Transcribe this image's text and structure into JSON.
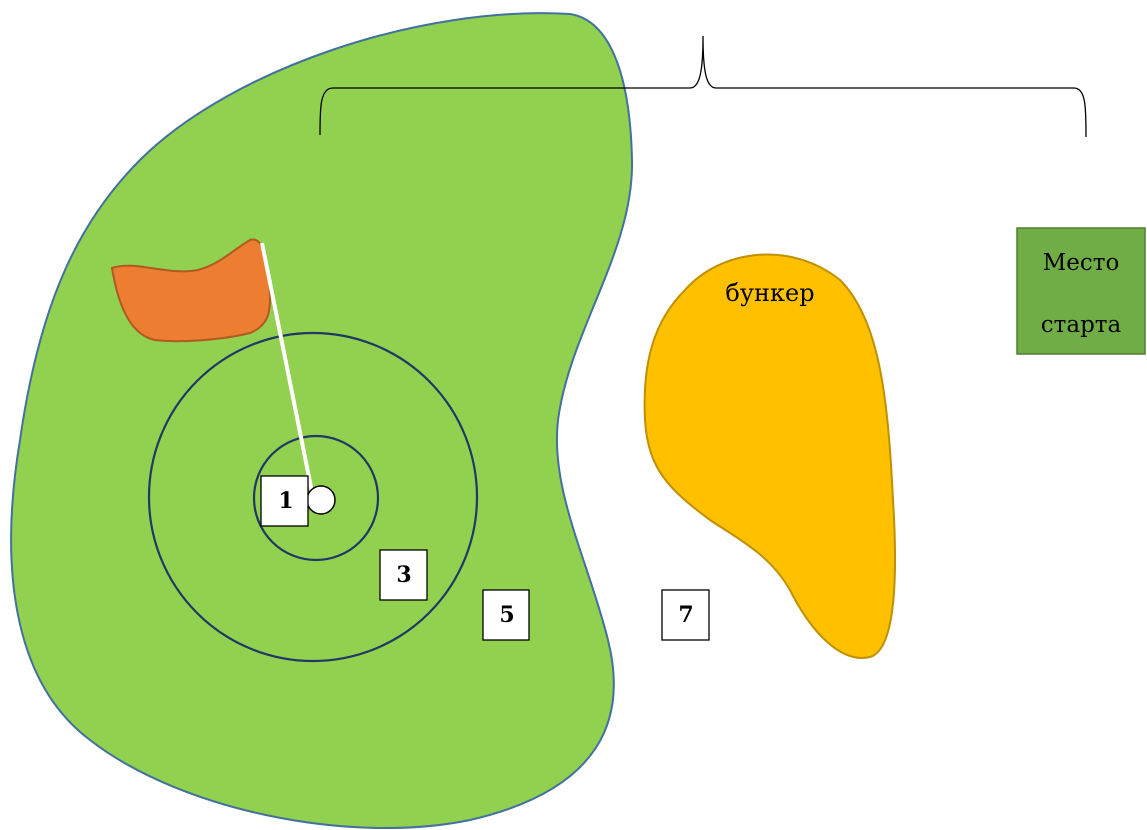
{
  "labels": {
    "bunker": "бункер",
    "start_line1": "Место",
    "start_line2": "старта"
  },
  "score_zones": [
    {
      "value": "1"
    },
    {
      "value": "3"
    },
    {
      "value": "5"
    },
    {
      "value": "7"
    }
  ],
  "colors": {
    "green": "#92d050",
    "green_outline": "#41719c",
    "bunker": "#ffc000",
    "bunker_outline": "#bf9000",
    "flag": "#ed7d31",
    "flag_outline": "#ae5a21",
    "start_box": "#70ad47",
    "start_box_outline": "#507e32",
    "ring": "#1f3864",
    "flagpole": "#ffffff"
  }
}
